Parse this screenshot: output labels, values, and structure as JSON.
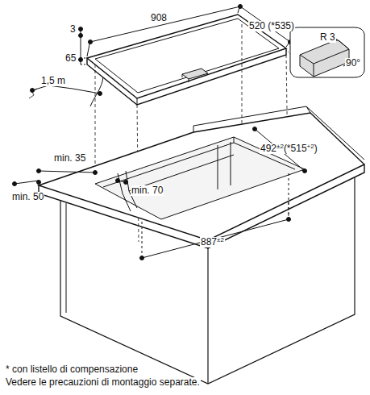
{
  "diagram": {
    "labels": [
      "908",
      "520 (*535)",
      "3",
      "65",
      "1,5 m",
      "R 3",
      "90°",
      "492",
      "±2",
      "(*515",
      "+2",
      ")",
      "min. 35",
      "min. 70",
      "min. 50",
      "887",
      "±2",
      "* con listello di compensazione",
      "Vedere le precauzioni di montaggio separate."
    ]
  }
}
